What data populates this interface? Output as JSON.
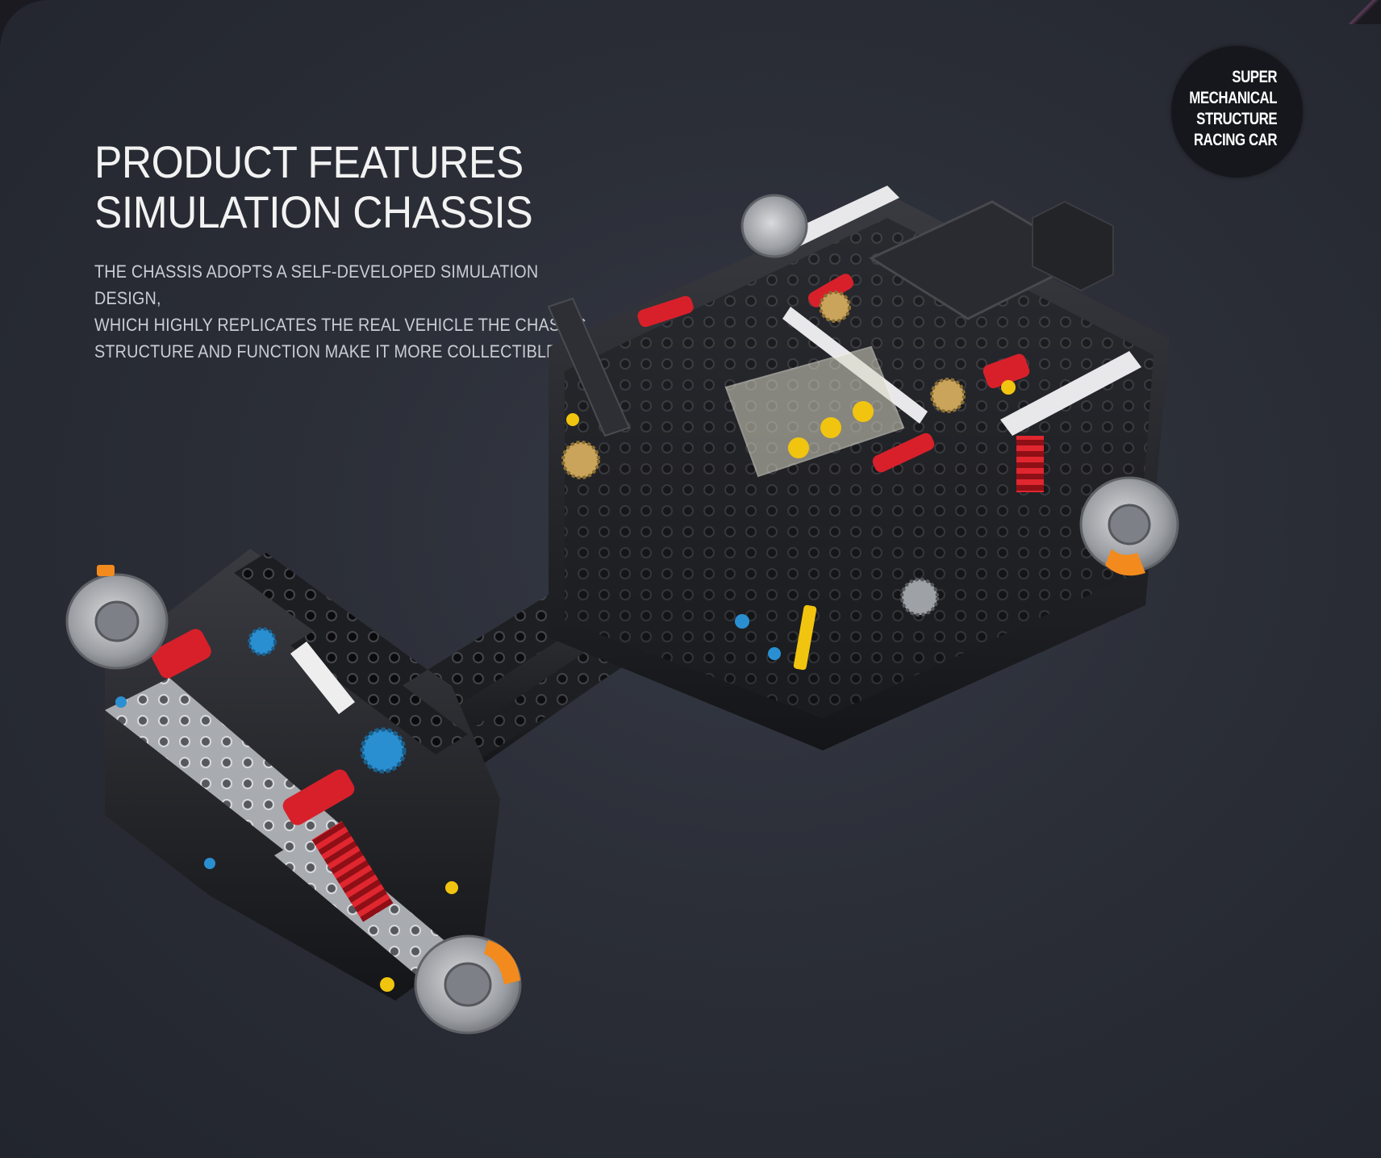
{
  "headline": {
    "line1": "PRODUCT FEATURES",
    "line2": "SIMULATION CHASSIS"
  },
  "description": {
    "line1": "THE CHASSIS ADOPTS A SELF-DEVELOPED SIMULATION DESIGN,",
    "line2": "WHICH HIGHLY REPLICATES THE REAL VEHICLE THE CHASSIS",
    "line3": "STRUCTURE AND FUNCTION MAKE IT MORE COLLECTIBLE."
  },
  "badge": {
    "line1": "SUPER",
    "line2": "MECHANICAL",
    "line3": "STRUCTURE",
    "line4": "RACING CAR"
  },
  "colors": {
    "background": "#2b2e37",
    "frame_black": "#1c1d21",
    "accent_red": "#d8202a",
    "accent_orange": "#f28a1e",
    "accent_yellow": "#f1c40f",
    "accent_blue": "#2a8fd1",
    "light_gray": "#a9acb2"
  }
}
